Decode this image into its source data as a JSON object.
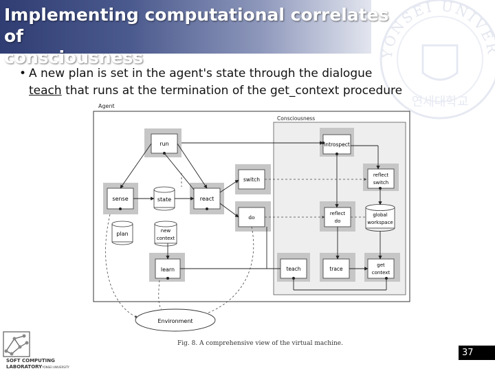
{
  "slide": {
    "title_line1": "Implementing computational correlates of",
    "title_line2": "consciousness",
    "bullet_part1": "A new plan is set in the agent's state through the dialogue",
    "bullet_underlined": "teach",
    "bullet_part2": " that runs at the termination of the get_context procedure",
    "page_number": "37"
  },
  "figure": {
    "caption": "Fig. 8.  A comprehensive view of the virtual machine.",
    "agent_label": "Agent",
    "consciousness_label": "Consciousness",
    "environment_label": "Environment",
    "nodes": {
      "run": "run",
      "sense": "sense",
      "state": "state",
      "react": "react",
      "plan": "plan",
      "new_context_1": "new",
      "new_context_2": "context",
      "learn": "learn",
      "switch": "switch",
      "do": "do",
      "introspect": "introspect",
      "reflect_switch_1": "reflect",
      "reflect_switch_2": "switch",
      "reflect_do_1": "reflect",
      "reflect_do_2": "do",
      "global_workspace_1": "global",
      "global_workspace_2": "workspace",
      "teach": "teach",
      "trace": "trace",
      "get_context_1": "get",
      "get_context_2": "context"
    }
  },
  "watermark": {
    "arc_text": "YONSEI UNIVERSITY",
    "bottom_text": "연세대학교"
  },
  "logo": {
    "line1": "SOFT COMPUTING",
    "line2": "LABORATORY",
    "line2_small": "YONSEI UNIVERSITY"
  }
}
